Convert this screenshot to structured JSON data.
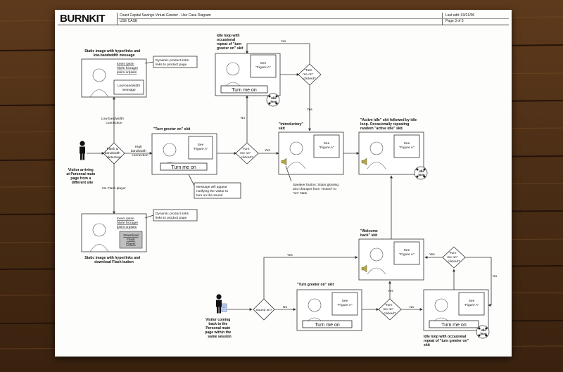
{
  "header": {
    "logo": "BURNKIT",
    "doc_title": "Coast Capital Savings Virtual Greeter - Use Case Diagram",
    "section": "USE CASE",
    "last_edit": "Last edit: 03/21/06",
    "page": "Page 3 of 3"
  },
  "labels": {
    "visitor1": [
      "Visitor arriving",
      "at Personal main",
      "page from a",
      "different site"
    ],
    "visitor2": [
      "Visitor coming",
      "back to the",
      "Personal main",
      "page within the",
      "same session"
    ],
    "flash_detect": [
      "Flash &",
      "bandwidth",
      "detection"
    ],
    "low_bw": [
      "Low bandwidth",
      "connection"
    ],
    "high_bw": [
      "High",
      "bandwidth",
      "connection"
    ],
    "no_flash": "No Flash player",
    "static_low": [
      "Static image with hyperlinks and",
      "low-bandwidth message"
    ],
    "static_dl": [
      "Static image with hyperlinks and",
      "download Flash button"
    ],
    "dyn_links": [
      "Dynamic product links:",
      "links to product page"
    ],
    "links": [
      "lorem ipsim",
      "hlyrle hicrager",
      "ipsim orpsam"
    ],
    "low_bw_msg": [
      "Low-bandwidth",
      "message"
    ],
    "download_btn": [
      "Download",
      "Flash",
      "Player"
    ],
    "turn_greeter_top": "\"Turn greeter on\" skit",
    "turn_greeter_bottom": "\"Turn greeter on\" skit",
    "see_figure": [
      "See",
      "\"Figure A\""
    ],
    "turn_me_on": "Turn me on",
    "turn_me_on_q": [
      "\"Turn",
      "me on\"",
      "clicked?"
    ],
    "yes": "Yes",
    "no": "No",
    "message_note": [
      "Message will appear",
      "notifying the visitor to",
      "turn on the sound"
    ],
    "idle_loop_top": [
      "Idle loop with",
      "occasional",
      "repeat of \"turn",
      "greeter on\" skit"
    ],
    "idle_loop_bottom": [
      "Idle loop with occasional",
      "repeat of \"turn greeter on\"",
      "skit"
    ],
    "idle_loop": [
      "Idle",
      "loop"
    ],
    "introductory": [
      "\"Introductory\"",
      "skit"
    ],
    "speaker_note": [
      "Speaker button: Stops glowing",
      "and changes from \"muted\" to",
      "\"on\" state"
    ],
    "active_idle": [
      "\"Active idle\" skit followed by idle",
      "loop. Occasionally repeating",
      "random \"active idle\" skit."
    ],
    "welcome_back": [
      "\"Welcome",
      "back\" skit"
    ],
    "sound_on": "Sound on?"
  }
}
